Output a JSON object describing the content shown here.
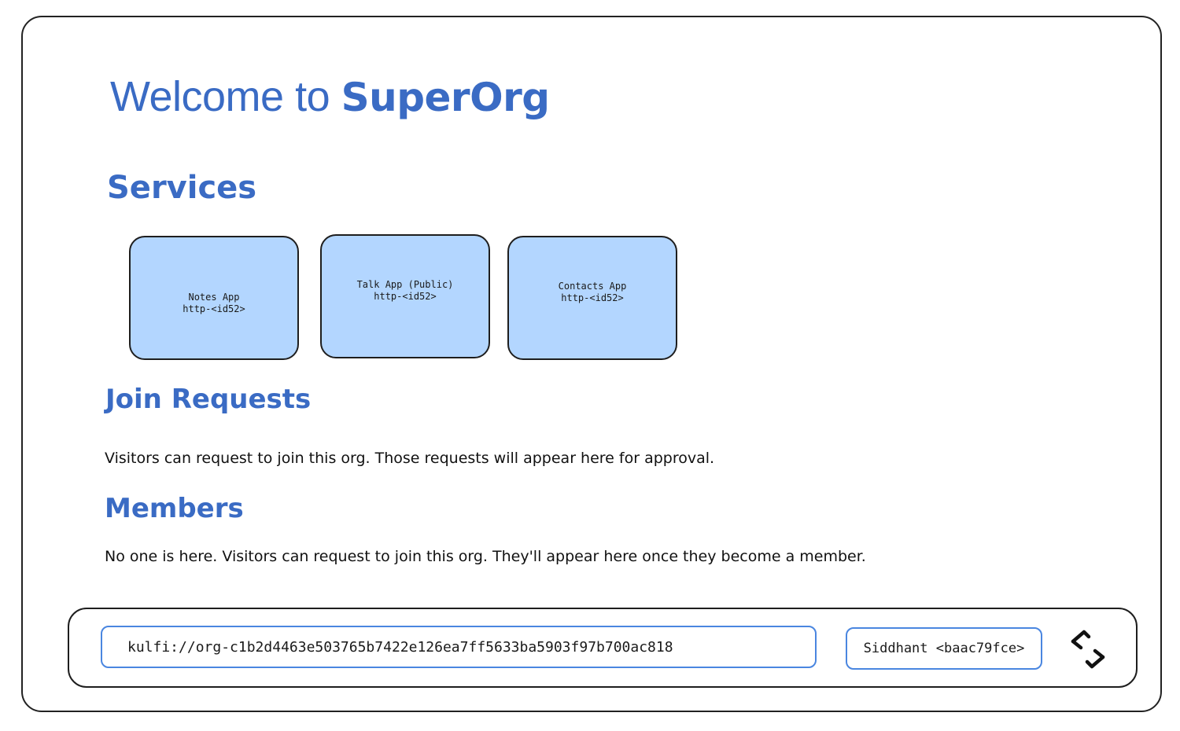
{
  "header": {
    "welcome_prefix": "Welcome to ",
    "org_name": "SuperOrg"
  },
  "services": {
    "heading": "Services",
    "items": [
      {
        "name": "Notes App",
        "url": "http-<id52>"
      },
      {
        "name": "Talk App (Public)",
        "url": "http-<id52>"
      },
      {
        "name": "Contacts App",
        "url": "http-<id52>"
      }
    ],
    "tile_color": "#b3d6ff"
  },
  "join_requests": {
    "heading": "Join Requests",
    "text": "Visitors can request to join this org. Those requests will appear here for approval."
  },
  "members": {
    "heading": "Members",
    "text": "No one is here. Visitors can request to join this org. They'll appear here once they become a member."
  },
  "bottom_bar": {
    "address_value": "kulfi://org-c1b2d4463e503765b7422e126ea7ff5633ba5903f97b700ac818",
    "user_label": "Siddhant <baac79fce>",
    "switch_icon": "switch-icon"
  },
  "colors": {
    "accent": "#3a6bc4",
    "input_border": "#4a86e0"
  }
}
